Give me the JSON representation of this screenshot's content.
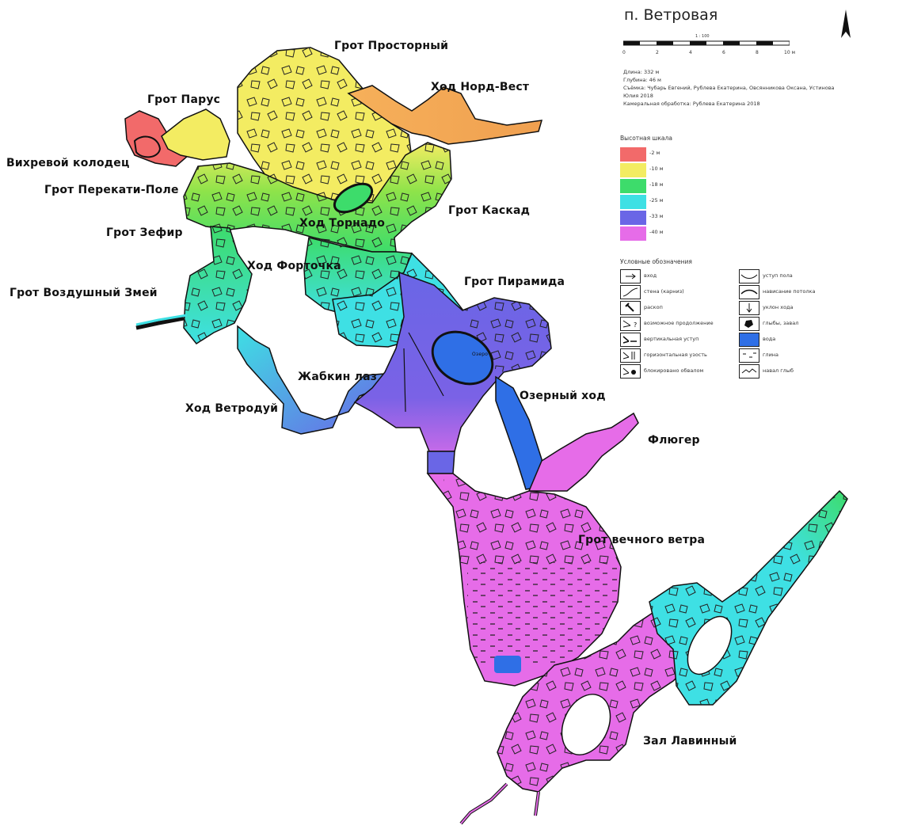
{
  "title": "п. Ветровая",
  "scale": {
    "label": "1 : 100",
    "ticks": [
      "0",
      "2",
      "4",
      "6",
      "8",
      "10 м"
    ]
  },
  "info": {
    "length": "Длина: 332 м",
    "depth": "Глубина: 46 м",
    "survey": "Съёмка: Чубарь Евгений, Рублева Екатерина, Овсянникова Оксана, Устинова Юлия 2018",
    "processing": "Камеральная обработка: Рублева Екатерина 2018"
  },
  "height_scale": {
    "title": "Высотная шкала",
    "items": [
      {
        "label": "-2 м",
        "color": "#f26a6a"
      },
      {
        "label": "-10 м",
        "color": "#f3ec62"
      },
      {
        "label": "-18 м",
        "color": "#3ddc6b"
      },
      {
        "label": "-25 м",
        "color": "#3ee0e4"
      },
      {
        "label": "-33 м",
        "color": "#6a66e6"
      },
      {
        "label": "-40 м",
        "color": "#e66ce8"
      }
    ]
  },
  "legend": {
    "title": "Условные обозначения",
    "left": [
      {
        "label": "вход",
        "icon": "entrance-icon"
      },
      {
        "label": "стена (карниз)",
        "icon": "wall-icon"
      },
      {
        "label": "раскоп",
        "icon": "dig-icon"
      },
      {
        "label": "возможное продолжение",
        "icon": "continuation-icon"
      },
      {
        "label": "вертикальная уступ",
        "icon": "vertical-step-icon"
      },
      {
        "label": "горизонтальная узость",
        "icon": "horizontal-squeeze-icon"
      },
      {
        "label": "блокировано обвалом",
        "icon": "collapse-block-icon"
      }
    ],
    "right": [
      {
        "label": "уступ пола",
        "icon": "floor-step-icon"
      },
      {
        "label": "нависание потолка",
        "icon": "ceiling-overhang-icon"
      },
      {
        "label": "уклон хода",
        "icon": "slope-icon"
      },
      {
        "label": "глыбы, завал",
        "icon": "boulders-icon"
      },
      {
        "label": "вода",
        "icon": "water-icon",
        "color": "#2f6fe6"
      },
      {
        "label": "глина",
        "icon": "clay-icon"
      },
      {
        "label": "навал глыб",
        "icon": "boulder-pile-icon"
      }
    ]
  },
  "labels": {
    "prostorny": "Грот Просторный",
    "nord_vest": "Ход Норд-Вест",
    "parus": "Грот Парус",
    "vikhrevoy": "Вихревой колодец",
    "perekati": "Грот Перекати-Поле",
    "kaskad": "Грот Каскад",
    "tornado": "Ход Торнадо",
    "zefir": "Грот Зефир",
    "fortochka": "Ход Форточка",
    "piramida": "Грот Пирамида",
    "zmey": "Грот Воздушный Змей",
    "zhabkin": "Жабкин лаз",
    "ozerny": "Озерный ход",
    "vetroduy": "Ход Ветродуй",
    "fluger": "Флюгер",
    "vechnogo": "Грот вечного ветра",
    "lavinny": "Зал Лавинный",
    "lake": "Озеро"
  }
}
